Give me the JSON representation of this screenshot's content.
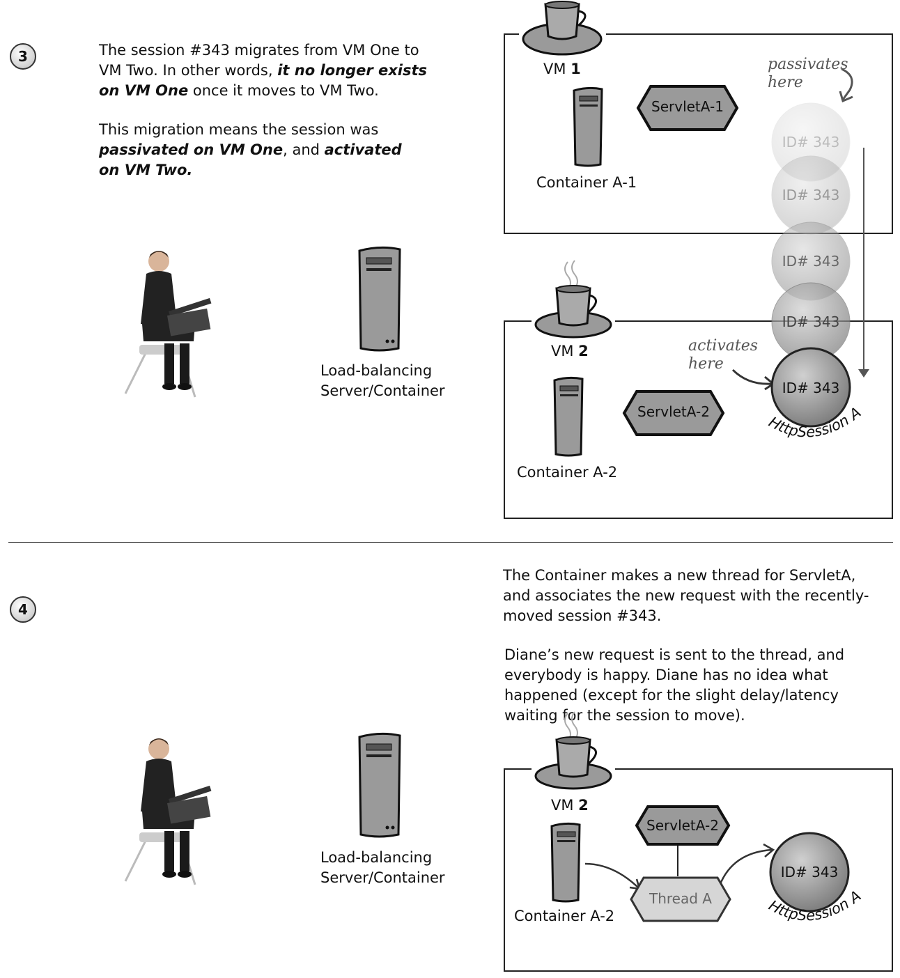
{
  "step3": {
    "number": "3",
    "para1": {
      "l1": "The session #343 migrates from VM One to",
      "l2a": "VM Two. In other words, ",
      "l2b": "it no longer exists",
      "l3a": "on VM One",
      "l3b": " once it moves to VM Two."
    },
    "para2": {
      "l1": "This migration means the session was",
      "l2a": "passivated on VM One",
      "l2b": ", and ",
      "l2c": "activated",
      "l3": "on VM Two."
    },
    "load_balancer_line1": "Load-balancing",
    "load_balancer_line2": "Server/Container",
    "vm1": {
      "label": "VM ",
      "num": "1",
      "servlet": "ServletA-1",
      "container": "Container A-1"
    },
    "vm2": {
      "label": "VM ",
      "num": "2",
      "servlet": "ServletA-2",
      "container": "Container A-2"
    },
    "passivates_l1": "passivates",
    "passivates_l2": "here",
    "activates_l1": "activates",
    "activates_l2": "here",
    "session_id": "ID# 343",
    "session_name": "HttpSession A"
  },
  "step4": {
    "number": "4",
    "para1": {
      "l1": "The Container makes a new thread for ServletA,",
      "l2": "and associates the new request with the recently-",
      "l3": "moved session #343."
    },
    "para2": {
      "l1": "Diane’s new request is sent to the thread, and",
      "l2": "everybody is happy. Diane has no idea what",
      "l3": "happened (except for the slight delay/latency",
      "l4": "waiting for the session to move)."
    },
    "load_balancer_line1": "Load-balancing",
    "load_balancer_line2": "Server/Container",
    "vm2": {
      "label": "VM ",
      "num": "2",
      "servlet": "ServletA-2",
      "container": "Container A-2",
      "thread": "Thread A"
    },
    "session_id": "ID# 343",
    "session_name": "HttpSession A"
  },
  "colors": {
    "box_border": "#222222",
    "shape_fill": "#9a9a9a",
    "session_fill": "#8a8a8a",
    "thread_fill": "#d6d6d6"
  }
}
